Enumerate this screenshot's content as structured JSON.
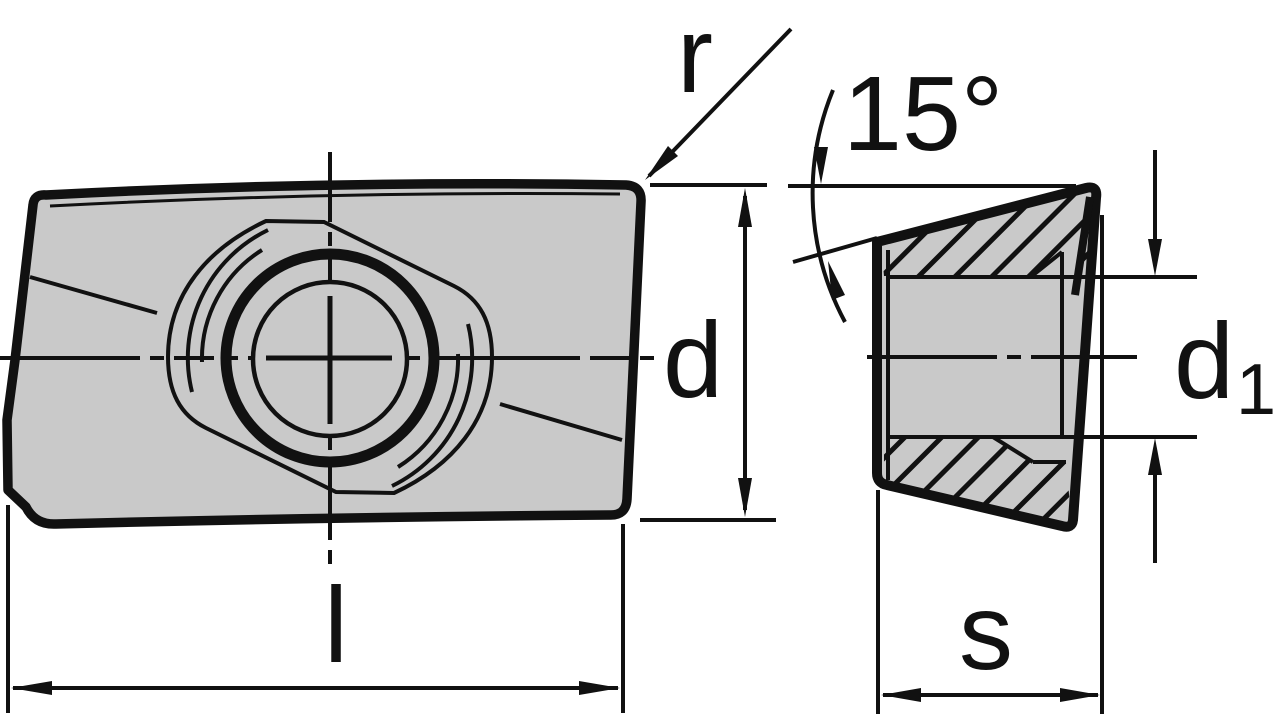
{
  "drawing": {
    "description": "Dimension drawing of an indexable milling insert: plan view with screw hole and side section view",
    "labels": {
      "corner_radius": "r",
      "diameter": "d",
      "length": "l",
      "angle": "15°",
      "bore_base": "d",
      "bore_sub": "1",
      "thickness": "s"
    },
    "colors": {
      "line": "#111111",
      "body_fill": "#c9c9c9",
      "hole_fill": "#ffffff",
      "background": "#ffffff"
    }
  }
}
